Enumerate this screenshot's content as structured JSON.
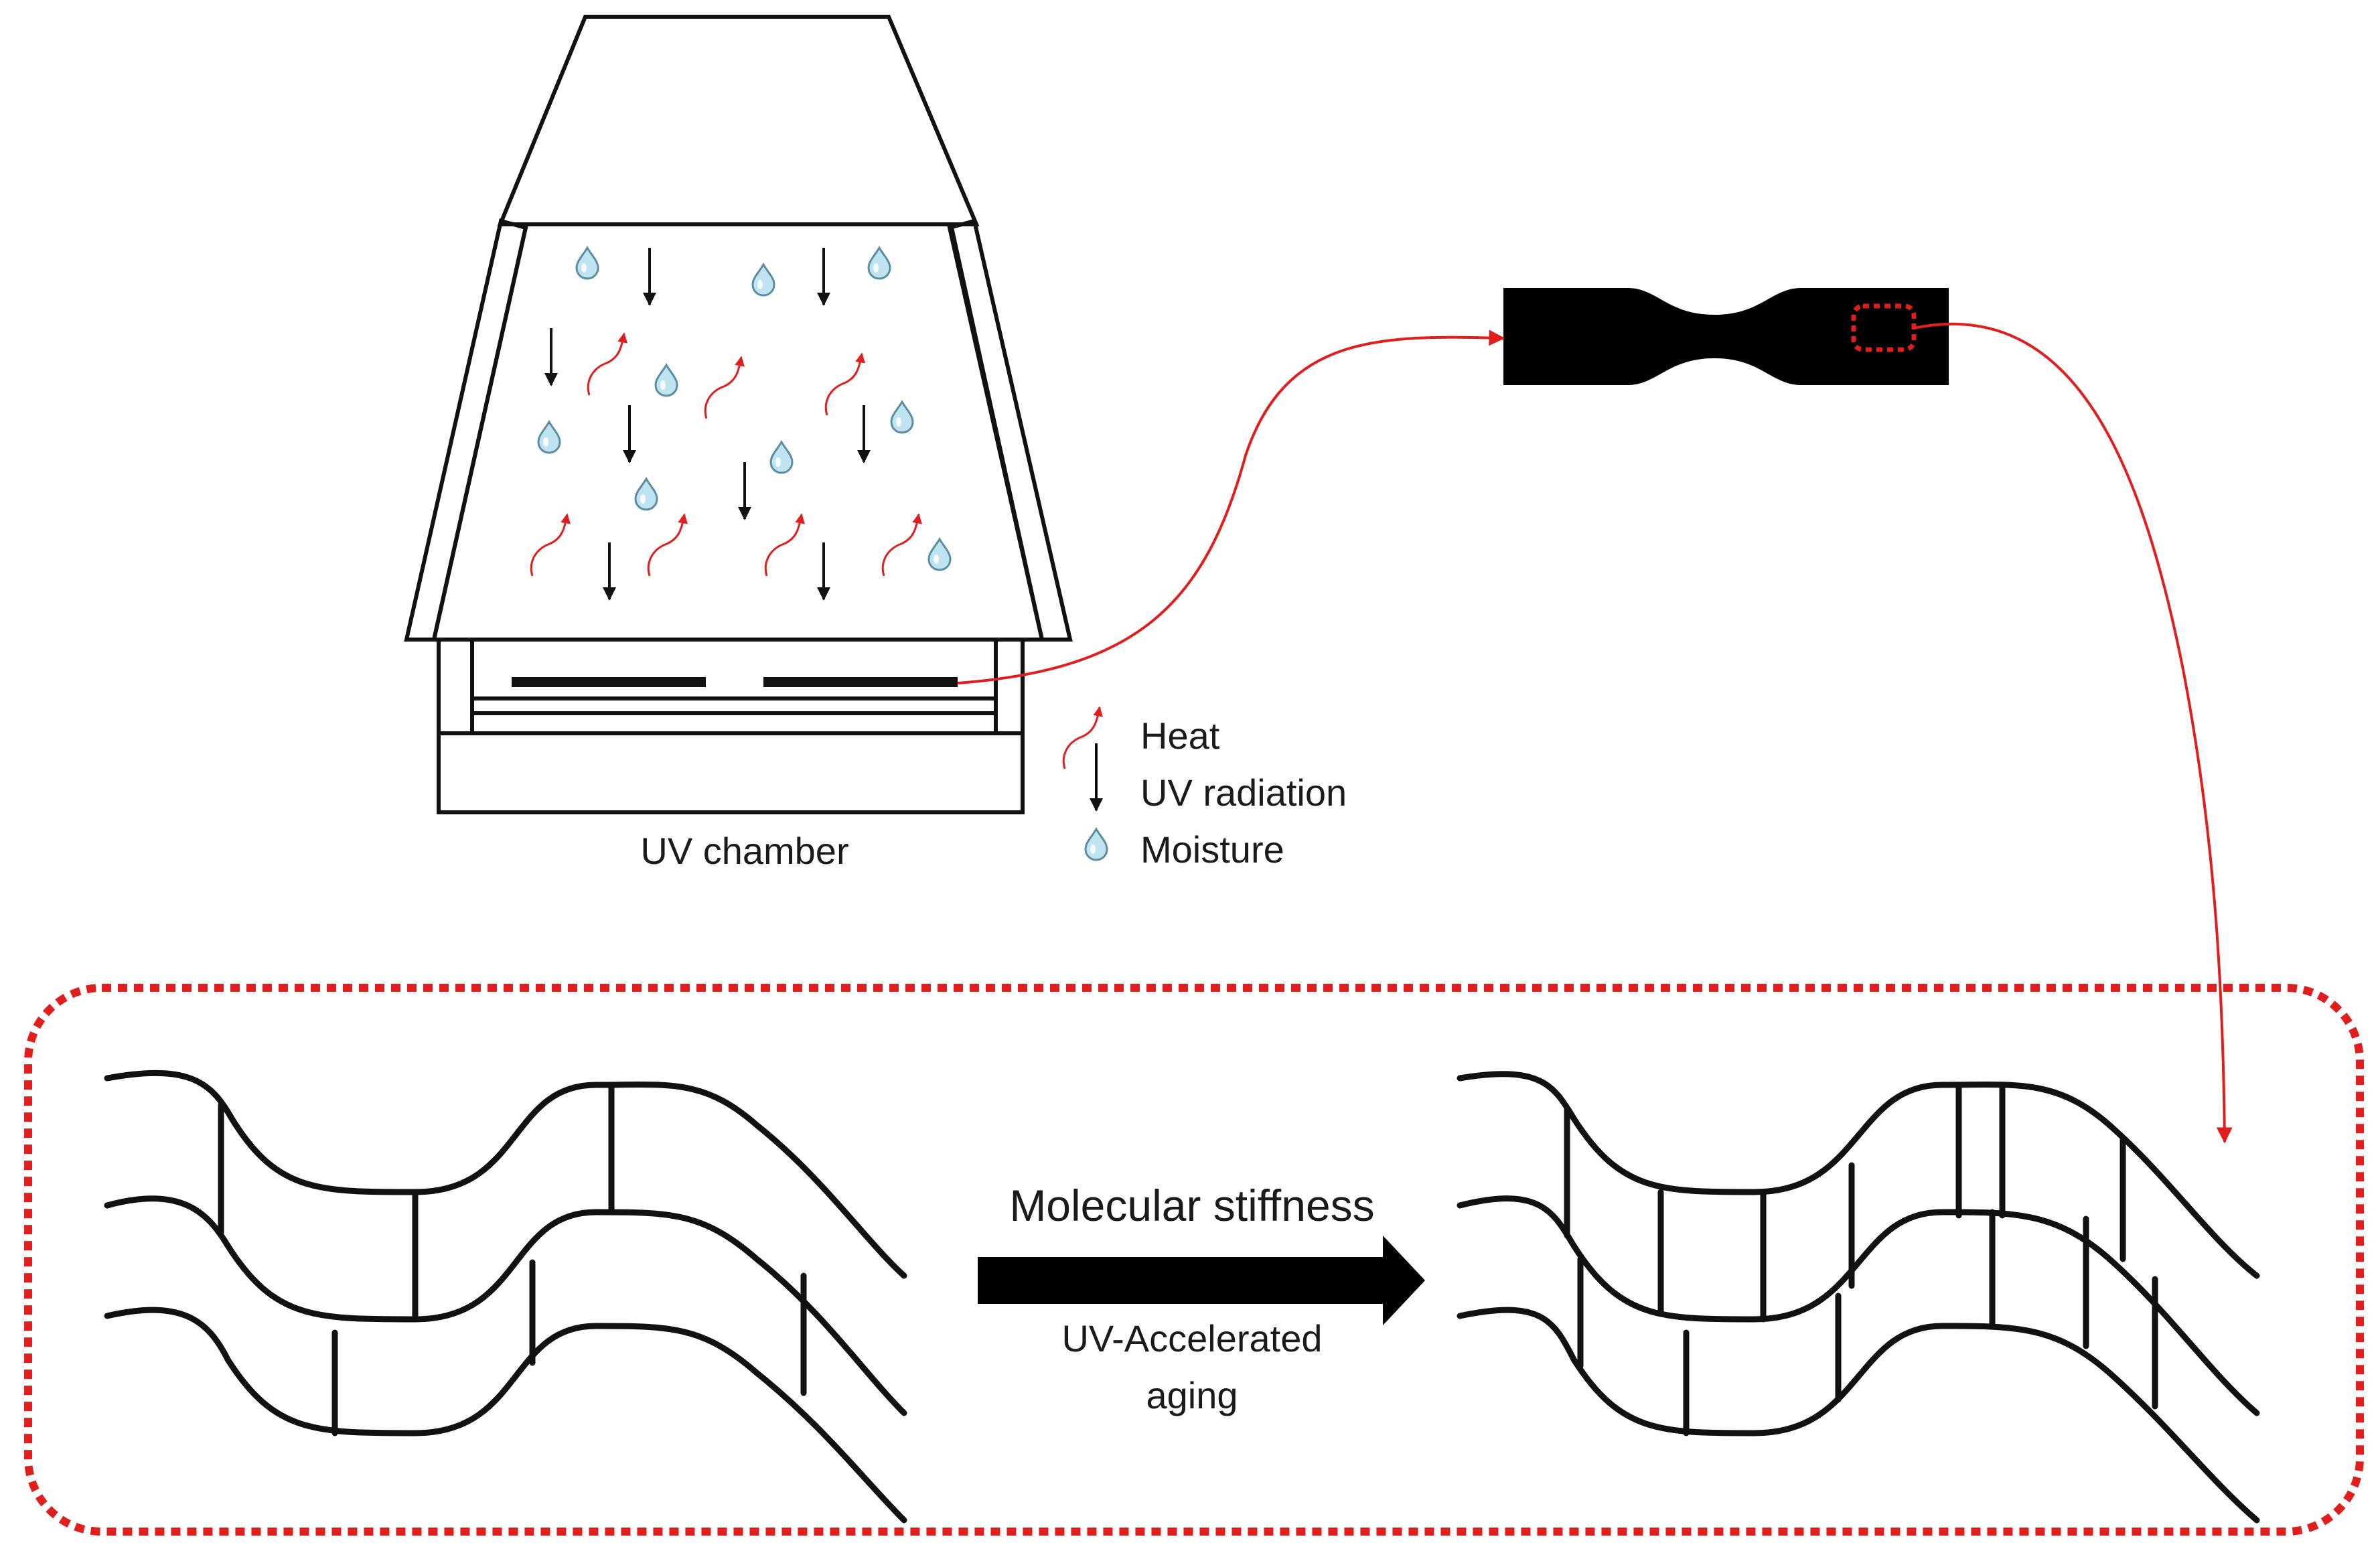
{
  "labels": {
    "chamber": "UV chamber",
    "process_top": "Molecular stiffness",
    "process_bottom_line1": "UV-Accelerated",
    "process_bottom_line2": "aging"
  },
  "legend": [
    {
      "icon": "heat-arrow-icon",
      "label": "Heat"
    },
    {
      "icon": "uv-arrow-icon",
      "label": "UV radiation"
    },
    {
      "icon": "droplet-icon",
      "label": "Moisture"
    }
  ],
  "colors": {
    "heat": "#e01e1e",
    "uv": "#111111",
    "droplet_fill": "#bfe3f0",
    "droplet_stroke": "#5a8ea0",
    "dashed_border": "#e01e1e",
    "specimen": "#000000"
  }
}
